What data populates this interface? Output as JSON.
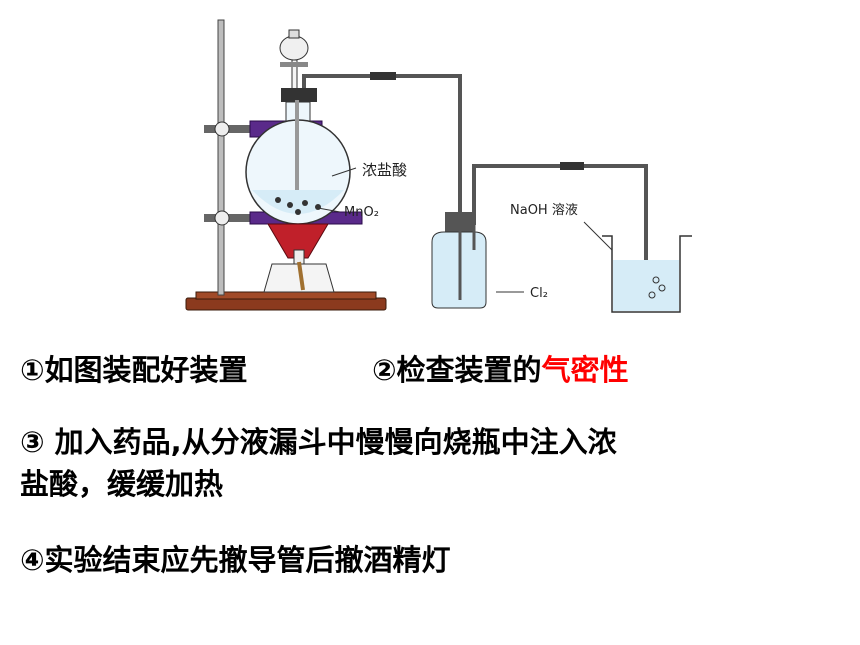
{
  "diagram": {
    "labels": {
      "hcl": "浓盐酸",
      "mno2": "MnO₂",
      "naoh": "NaOH 溶液",
      "cl2": "Cl₂"
    }
  },
  "steps": {
    "step1": "①如图装配好装置",
    "step2_prefix": "②检查装置的",
    "step2_highlight": "气密性",
    "step3_line1": "③ 加入药品,从分液漏斗中慢慢向烧瓶中注入浓",
    "step3_line2": "盐酸，缓缓加热",
    "step4": "④实验结束应先撤导管后撤酒精灯"
  },
  "colors": {
    "highlight": "#ff0000",
    "flame": "#c0202a",
    "clamp": "#5a2a8a",
    "liquid": "#d6ecf7"
  }
}
